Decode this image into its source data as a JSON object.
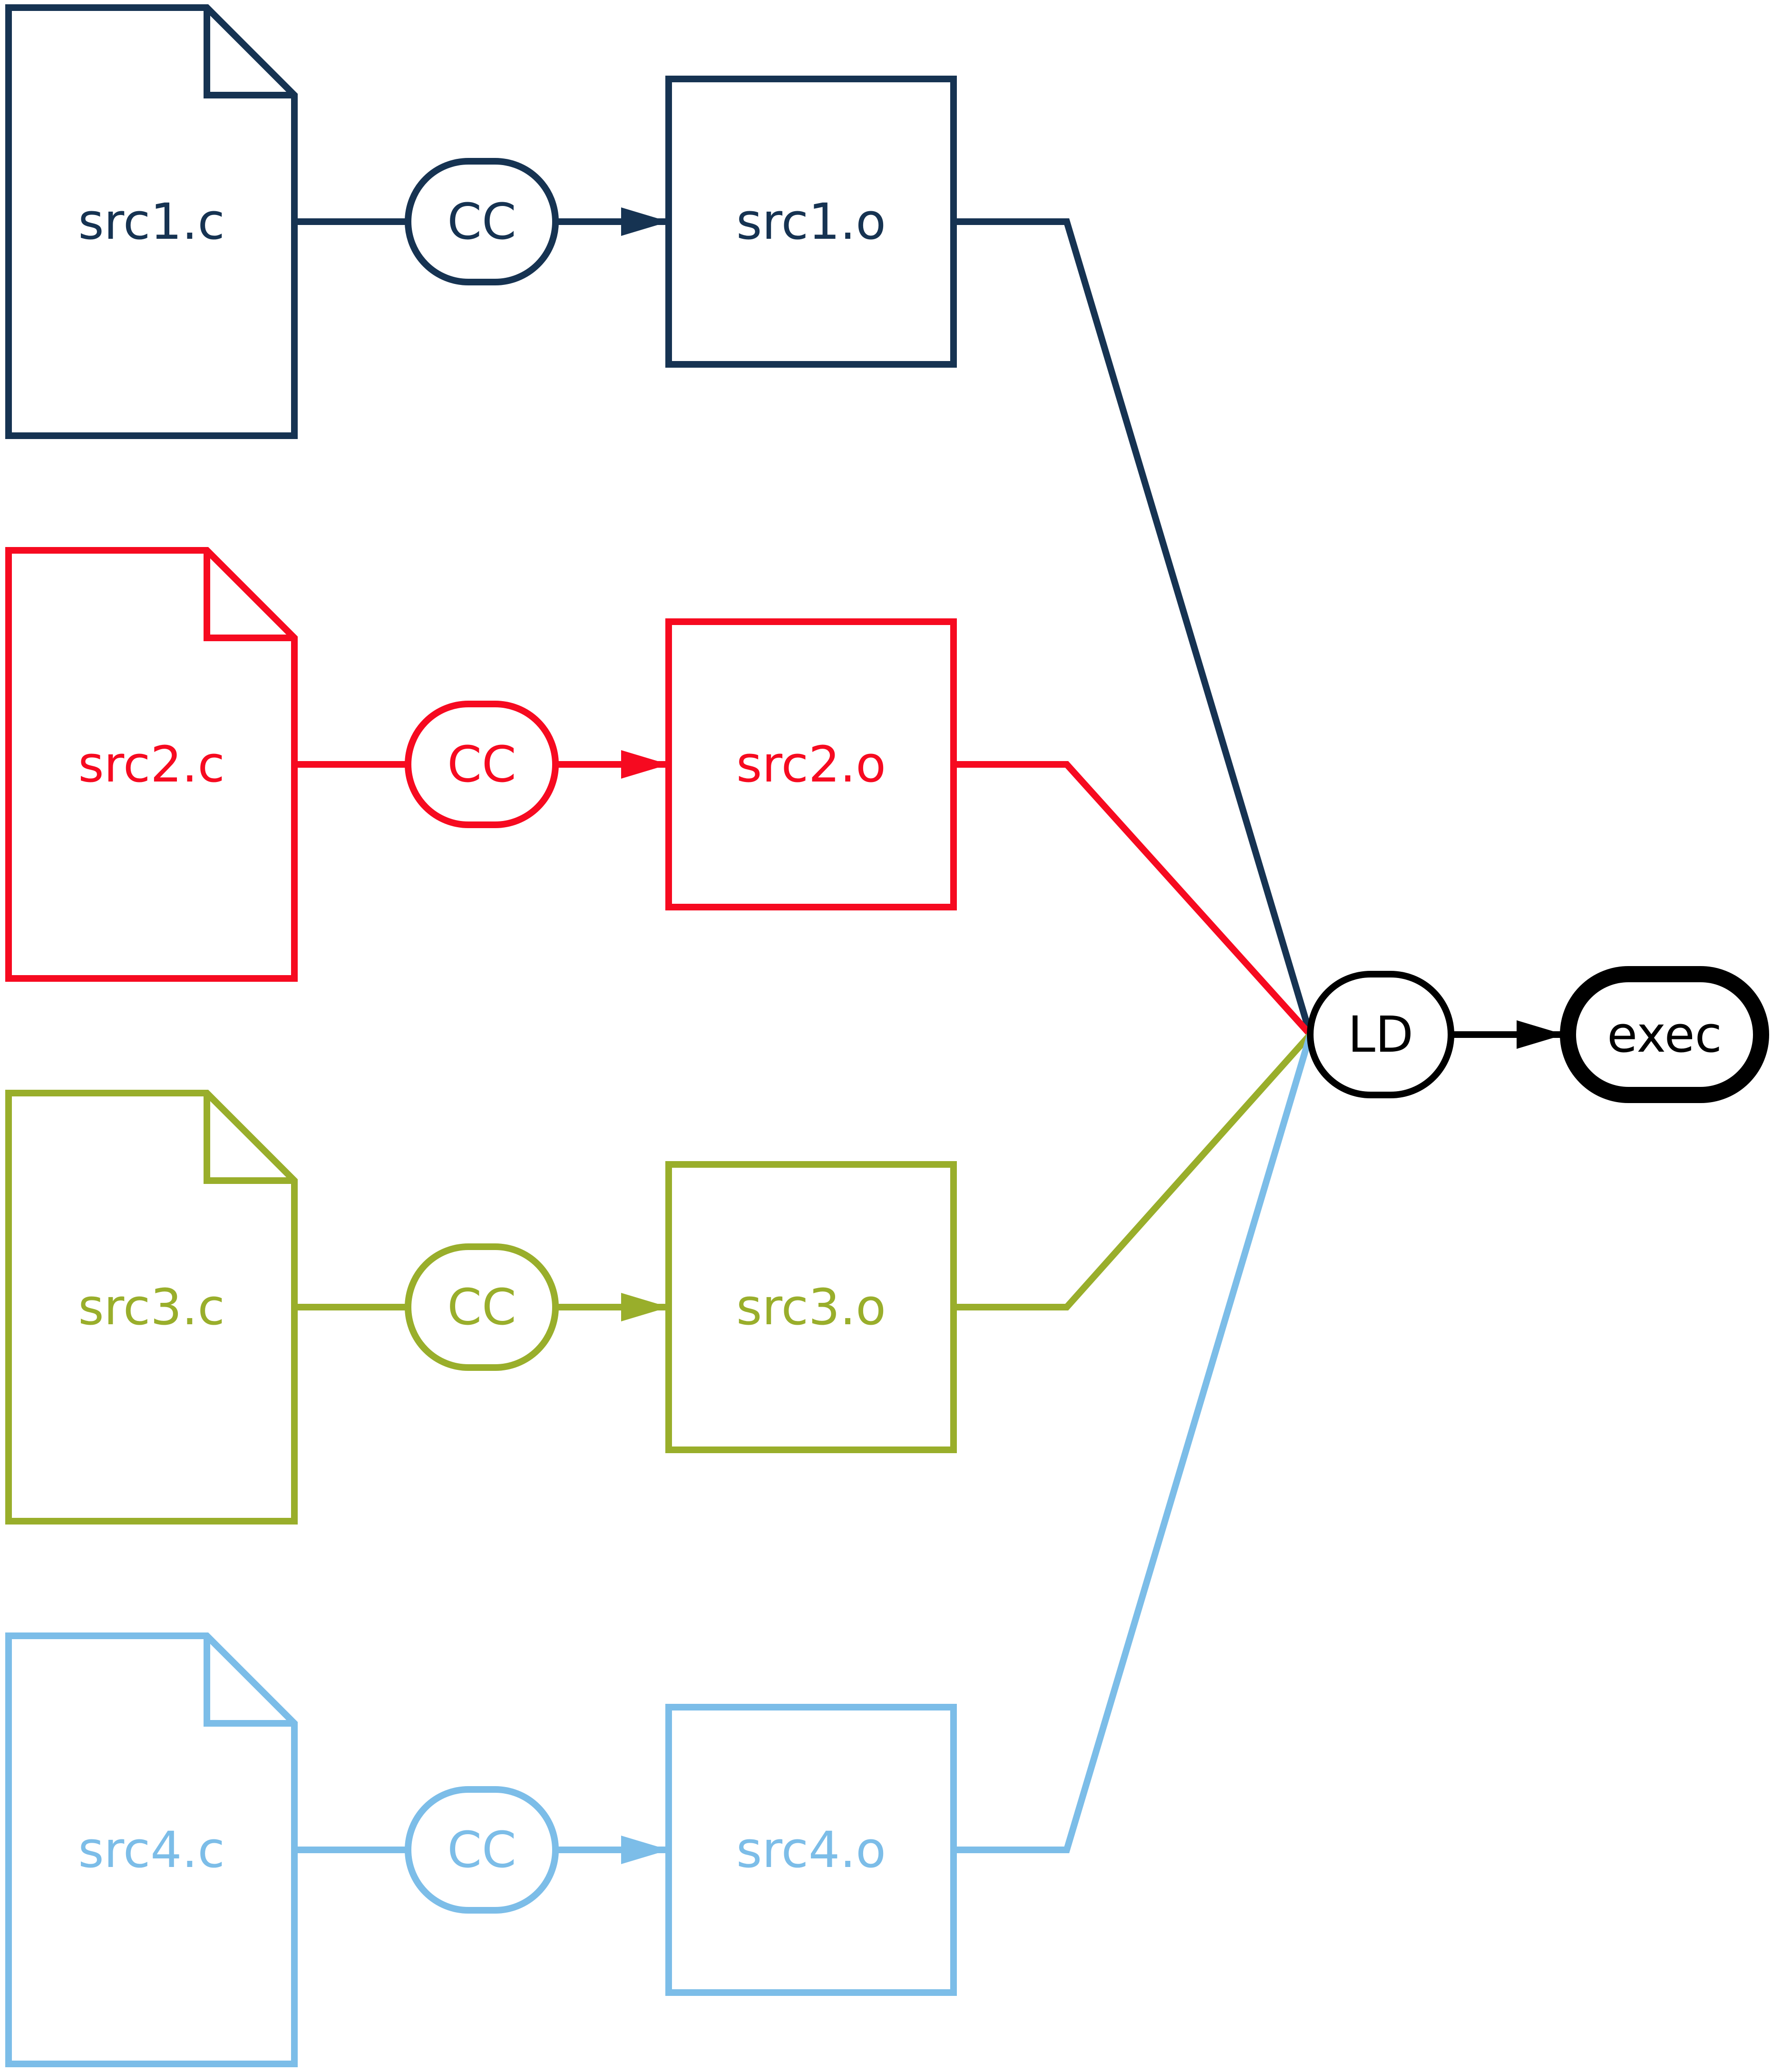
{
  "diagram": {
    "colors": {
      "pipeline_1": "#163352",
      "pipeline_2": "#f60a20",
      "pipeline_3": "#99ae2b",
      "pipeline_4": "#7cbde8",
      "link": "#000000"
    },
    "pipelines": [
      {
        "source": "src1.c",
        "tool": "CC",
        "object": "src1.o",
        "color": "#163352",
        "icon": "document-icon"
      },
      {
        "source": "src2.c",
        "tool": "CC",
        "object": "src2.o",
        "color": "#f60a20",
        "icon": "document-icon"
      },
      {
        "source": "src3.c",
        "tool": "CC",
        "object": "src3.o",
        "color": "#99ae2b",
        "icon": "document-icon"
      },
      {
        "source": "src4.c",
        "tool": "CC",
        "object": "src4.o",
        "color": "#7cbde8",
        "icon": "document-icon"
      }
    ],
    "linker": {
      "label": "LD",
      "color": "#000000"
    },
    "output": {
      "label": "exec",
      "color": "#000000"
    }
  }
}
